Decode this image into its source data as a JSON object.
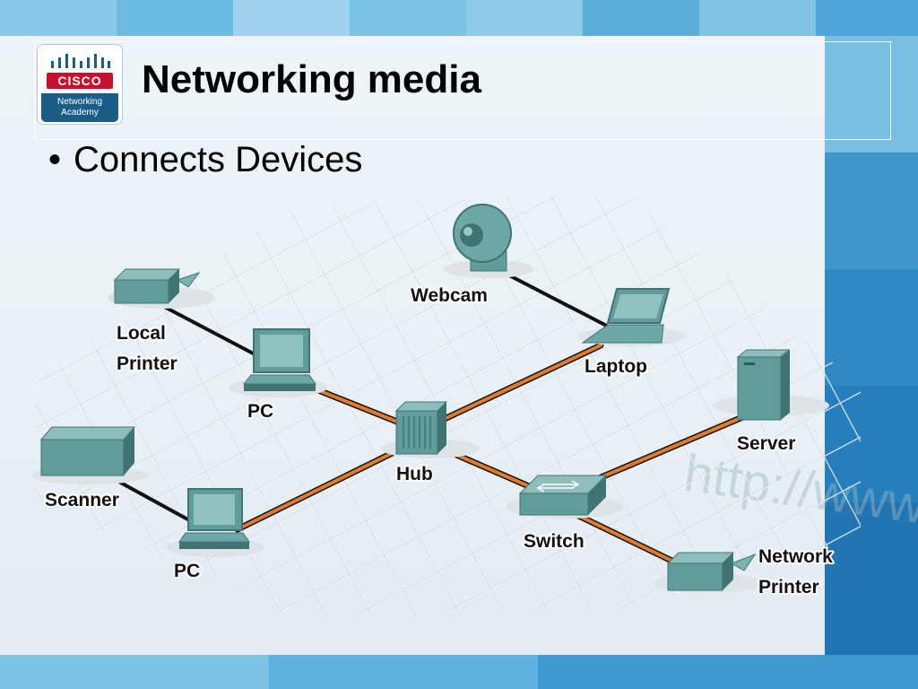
{
  "slide": {
    "title": "Networking media",
    "bullet": "Connects Devices"
  },
  "logo": {
    "brand": "CISCO",
    "line1": "Networking",
    "line2": "Academy"
  },
  "diagram": {
    "labels": {
      "webcam": "Webcam",
      "local_printer_1": "Local",
      "local_printer_2": "Printer",
      "laptop": "Laptop",
      "pc_top": "PC",
      "server": "Server",
      "hub": "Hub",
      "scanner": "Scanner",
      "switch": "Switch",
      "pc_bottom": "PC",
      "network_printer_1": "Network",
      "network_printer_2": "Printer"
    },
    "background_text": "http://www"
  },
  "colors": {
    "device": "#5f9c9a",
    "device_dark": "#3f7472",
    "network_link": "#e07b2c",
    "local_link": "#111111",
    "title": "#000000"
  }
}
